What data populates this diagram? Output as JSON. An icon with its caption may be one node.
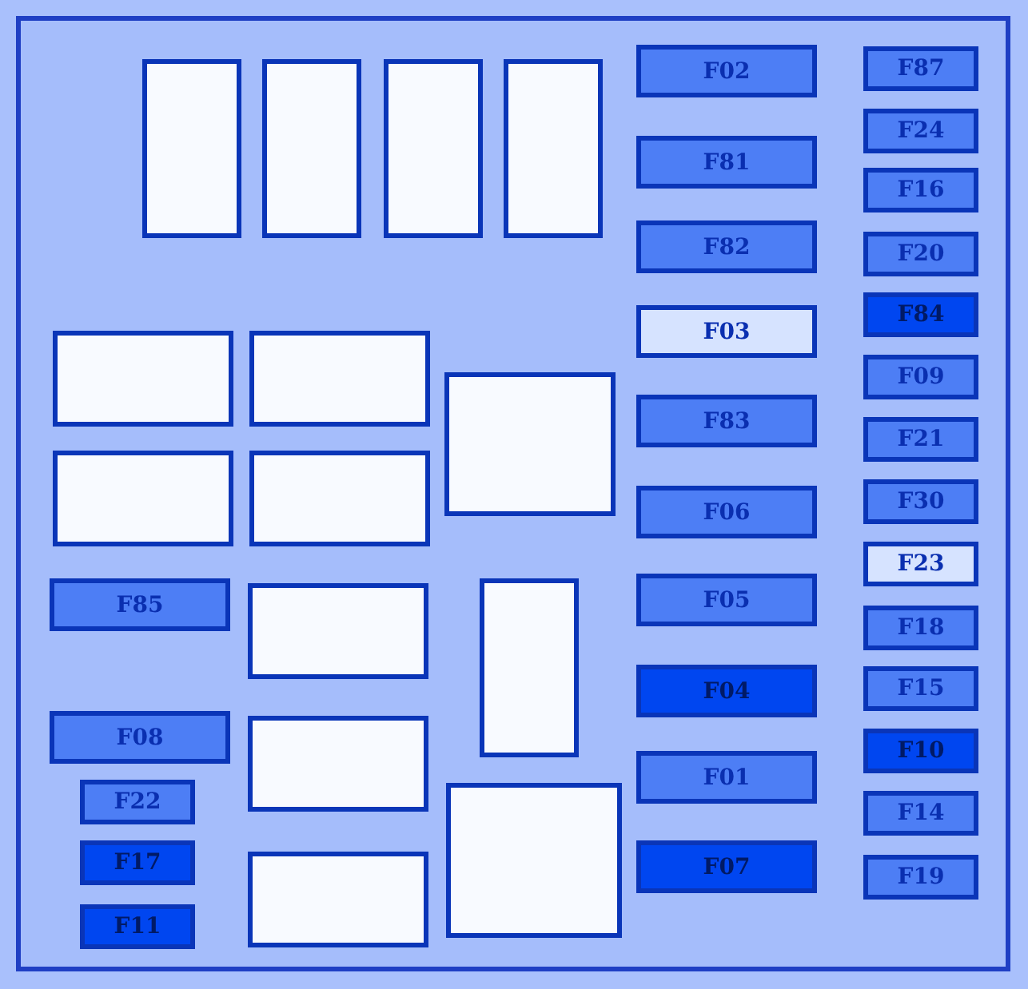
{
  "diagram": {
    "nodes": [
      {
        "text": [],
        "shape": "box"
      },
      {
        "text": [
          "F87"
        ],
        "in": 0
      },
      {
        "text": [
          "F02"
        ],
        "in": 0
      },
      {
        "text": [],
        "shape": "box",
        "in": 0
      },
      {
        "text": [],
        "shape": "box",
        "in": 0
      },
      {
        "text": [],
        "shape": "box",
        "in": 0
      },
      {
        "text": [],
        "shape": "box",
        "in": 0
      },
      {
        "text": [
          "F24"
        ],
        "in": 0
      },
      {
        "text": [
          "F81"
        ],
        "in": 0
      },
      {
        "text": [
          "F16"
        ],
        "in": 0
      },
      {
        "text": [
          "F82"
        ],
        "in": 0
      },
      {
        "text": [
          "F20"
        ],
        "in": 0
      },
      {
        "text": [
          "F84"
        ],
        "in": 0
      },
      {
        "text": [
          "F03"
        ],
        "in": 0
      },
      {
        "text": [],
        "shape": "box",
        "in": 0
      },
      {
        "text": [],
        "shape": "box",
        "in": 0
      },
      {
        "text": [
          "F09"
        ],
        "in": 0
      },
      {
        "text": [],
        "shape": "box",
        "in": 0
      },
      {
        "text": [
          "F83"
        ],
        "in": 0
      },
      {
        "text": [
          "F21"
        ],
        "in": 0
      },
      {
        "text": [],
        "shape": "box",
        "in": 0
      },
      {
        "text": [],
        "shape": "box",
        "in": 0
      },
      {
        "text": [
          "F30"
        ],
        "in": 0
      },
      {
        "text": [
          "F06"
        ],
        "in": 0
      },
      {
        "text": [
          "F23"
        ],
        "in": 0
      },
      {
        "text": [
          "F85"
        ],
        "in": 0
      },
      {
        "text": [],
        "shape": "box",
        "in": 0
      },
      {
        "text": [],
        "shape": "box",
        "in": 0
      },
      {
        "text": [
          "F05"
        ],
        "in": 0
      },
      {
        "text": [
          "F18"
        ],
        "in": 0
      },
      {
        "text": [
          "F15"
        ],
        "in": 0
      },
      {
        "text": [
          "F04"
        ],
        "in": 0
      },
      {
        "text": [
          "F08"
        ],
        "in": 0
      },
      {
        "text": [],
        "shape": "box",
        "in": 0
      },
      {
        "text": [
          "F10"
        ],
        "in": 0
      },
      {
        "text": [
          "F01"
        ],
        "in": 0
      },
      {
        "text": [
          "F22"
        ],
        "in": 0
      },
      {
        "text": [],
        "shape": "box",
        "in": 0
      },
      {
        "text": [
          "F14"
        ],
        "in": 0
      },
      {
        "text": [
          "F17"
        ],
        "in": 0
      },
      {
        "text": [
          "F07"
        ],
        "in": 0
      },
      {
        "text": [],
        "shape": "box",
        "in": 0
      },
      {
        "text": [
          "F19"
        ],
        "in": 0
      },
      {
        "text": [
          "F11"
        ],
        "in": 0
      }
    ]
  }
}
